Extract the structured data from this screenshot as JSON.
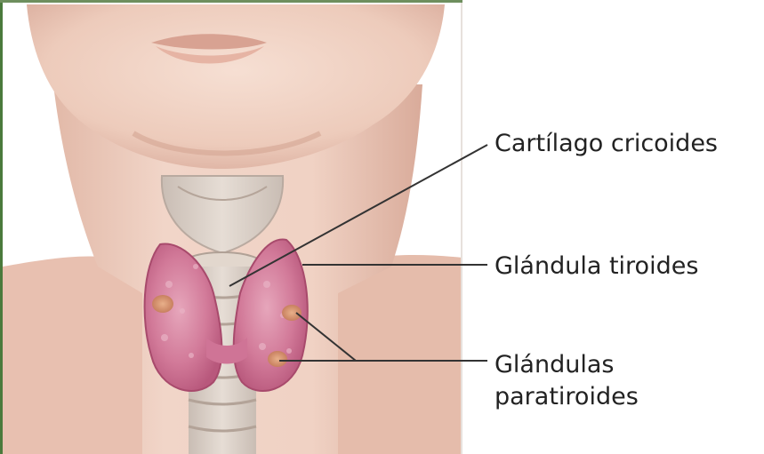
{
  "labels": {
    "cricoid": "Cartílago cricoides",
    "thyroid": "Glándula tiroides",
    "parathyroid_line1": "Glándulas",
    "parathyroid_line2": "paratiroides"
  },
  "colors": {
    "skin": "#f0d2c4",
    "skin_shadow": "#d9aa98",
    "gland": "#d27a99",
    "cartilage": "#ddd2c8",
    "leader_line": "#333333",
    "frame": "#4a7a3c"
  }
}
